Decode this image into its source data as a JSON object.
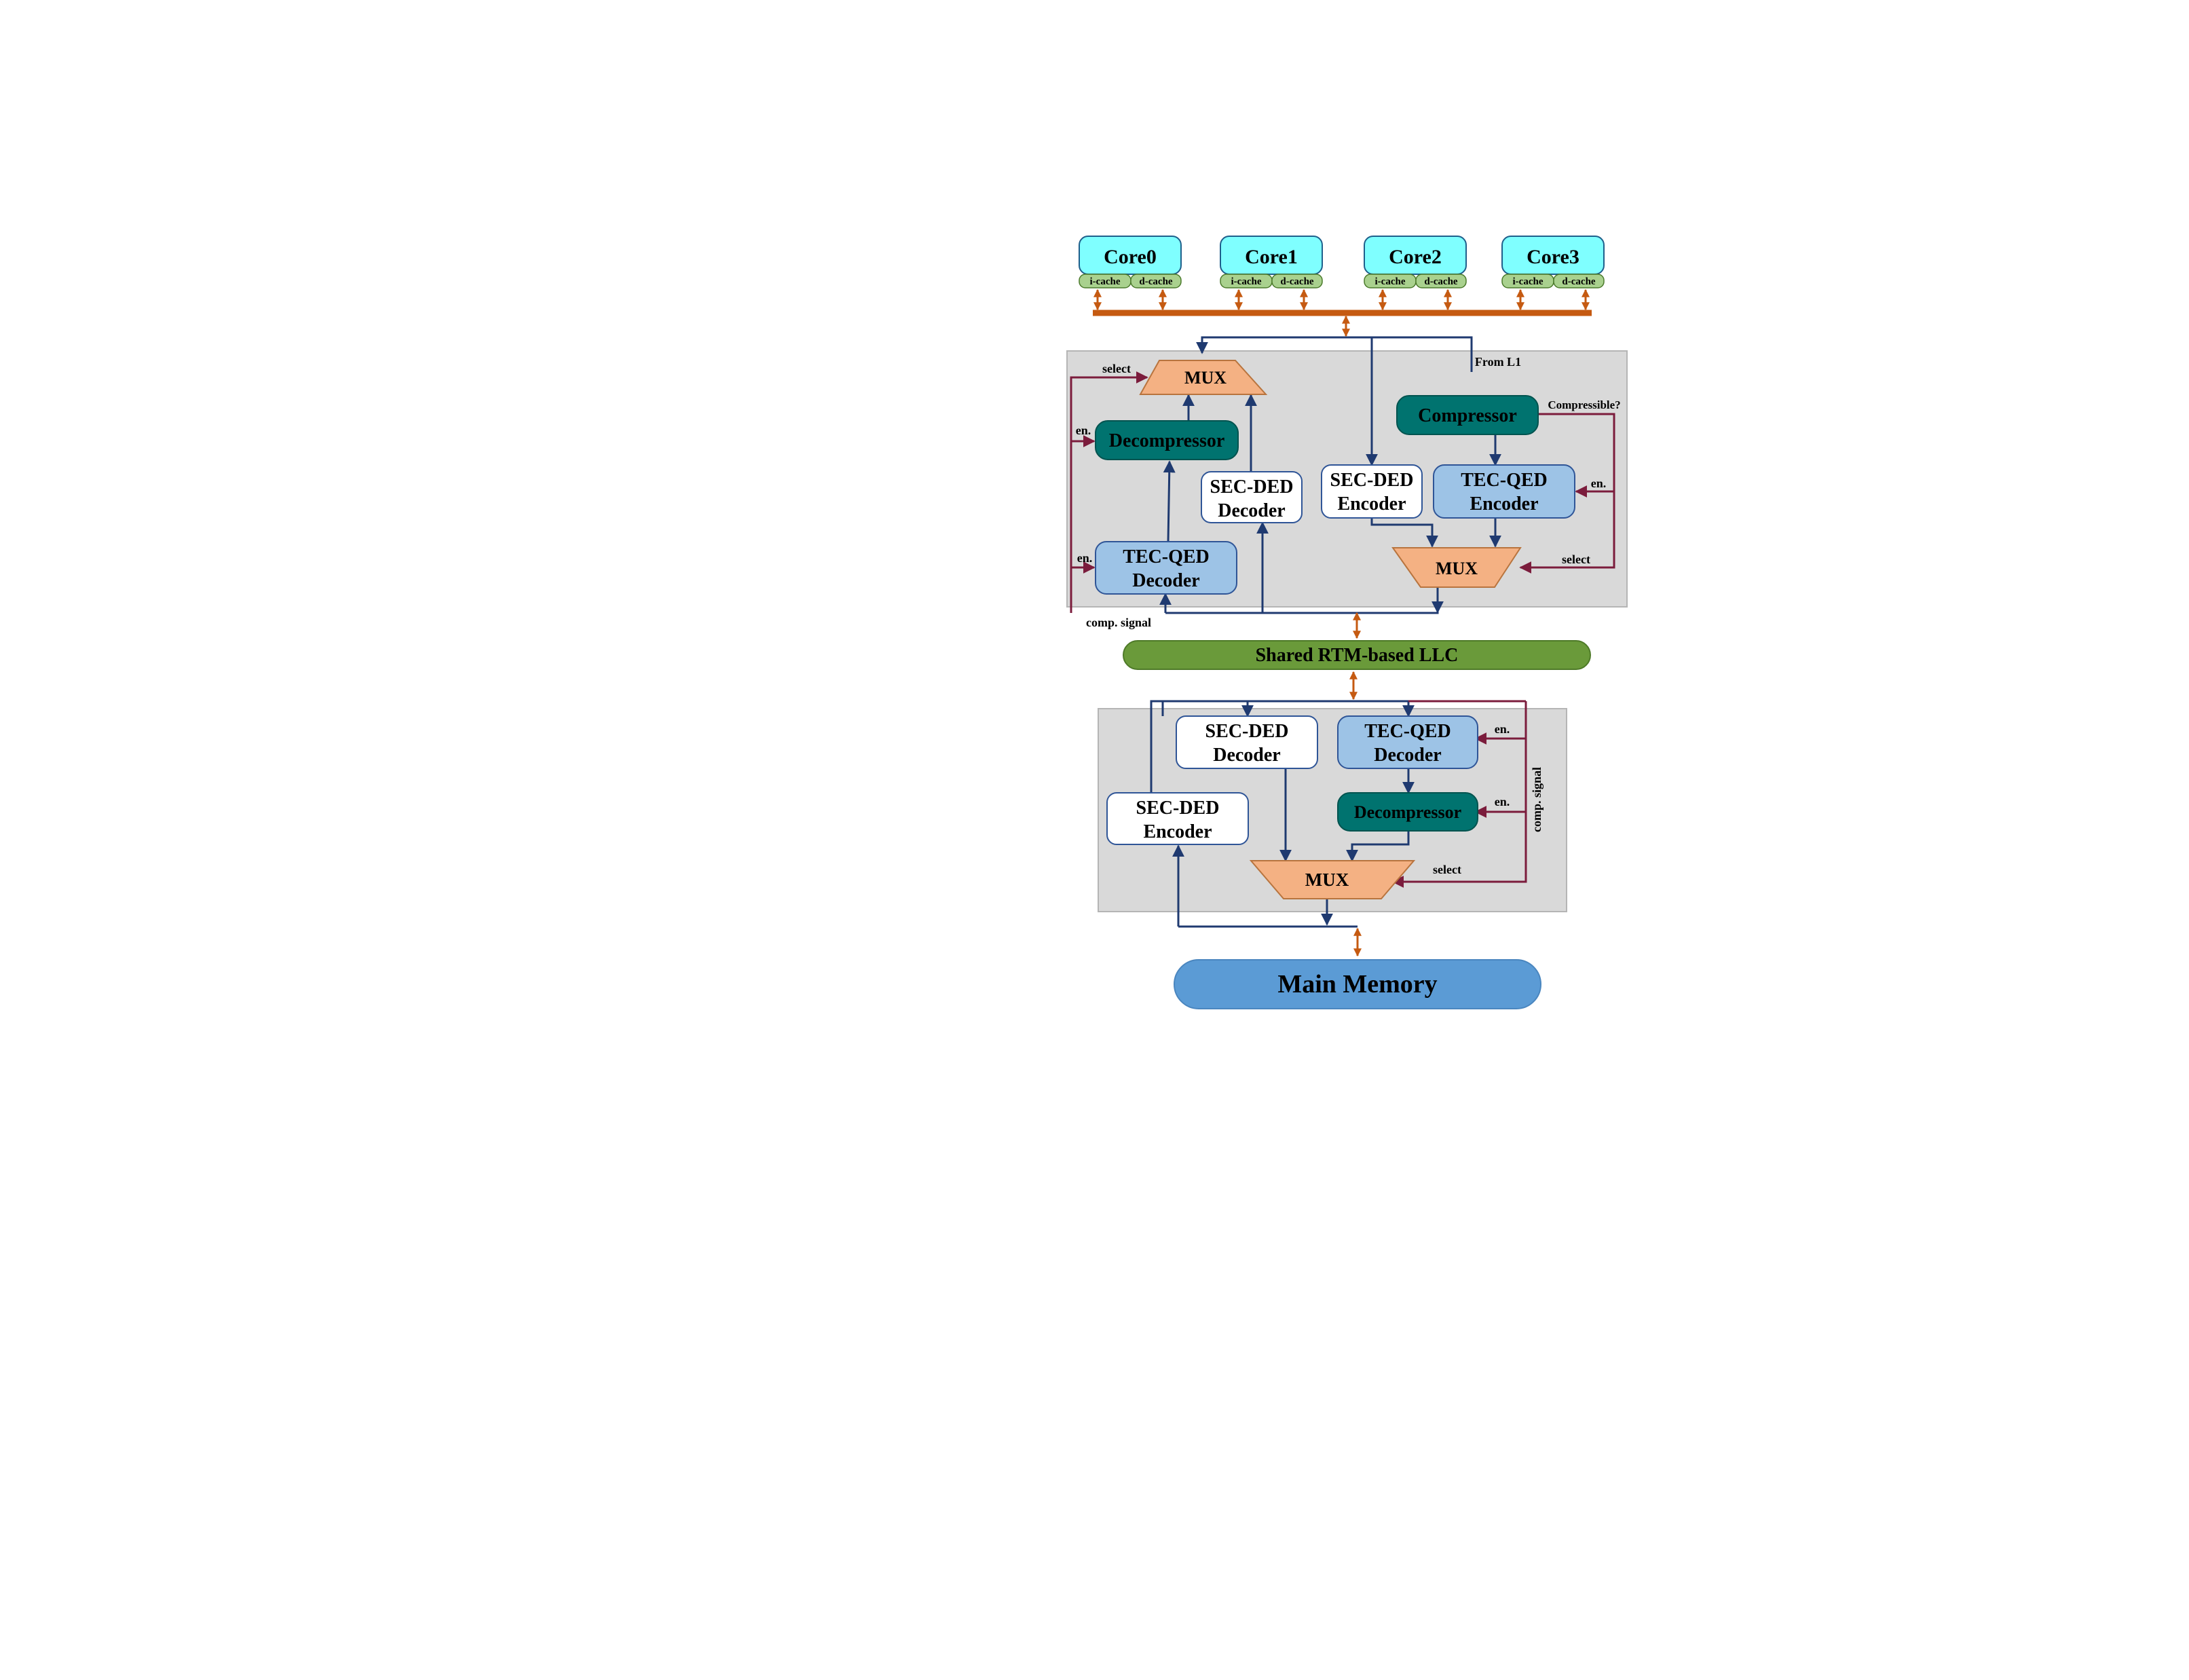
{
  "colors": {
    "core_fill": "#7FFFFF",
    "cache_fill": "#A9D18E",
    "bus": "#C55A11",
    "panel": "#D9D9D9",
    "mux": "#F4B183",
    "teal": "#00736F",
    "light_blue": "#9DC3E6",
    "llc": "#6A9A3A",
    "main_memory": "#5B9BD5",
    "data_line": "#1F3A70",
    "control_line": "#7B1C3C"
  },
  "cores": [
    {
      "name": "Core0",
      "icache": "i-cache",
      "dcache": "d-cache"
    },
    {
      "name": "Core1",
      "icache": "i-cache",
      "dcache": "d-cache"
    },
    {
      "name": "Core2",
      "icache": "i-cache",
      "dcache": "d-cache"
    },
    {
      "name": "Core3",
      "icache": "i-cache",
      "dcache": "d-cache"
    }
  ],
  "upper": {
    "mux": "MUX",
    "select": "select",
    "en_decomp": "en.",
    "decompressor": "Decompressor",
    "sec_ded_decoder": [
      "SEC-DED",
      "Decoder"
    ],
    "en_tec_dec": "en.",
    "tec_qed_decoder": [
      "TEC-QED",
      "Decoder"
    ],
    "comp_signal": "comp. signal",
    "from_l1": "From L1",
    "compressor": "Compressor",
    "compressible": "Compressible?",
    "sec_ded_encoder": [
      "SEC-DED",
      "Encoder"
    ],
    "tec_qed_encoder": [
      "TEC-QED",
      "Encoder"
    ],
    "en_tec_enc": "en.",
    "mux2": "MUX",
    "select2": "select"
  },
  "llc": "Shared RTM-based LLC",
  "lower": {
    "sec_ded_decoder": [
      "SEC-DED",
      "Decoder"
    ],
    "tec_qed_decoder": [
      "TEC-QED",
      "Decoder"
    ],
    "en_tec": "en.",
    "decompressor": "Decompressor",
    "en_decomp": "en.",
    "comp_signal": "comp. signal",
    "sec_ded_encoder": [
      "SEC-DED",
      "Encoder"
    ],
    "mux": "MUX",
    "select": "select"
  },
  "main_memory": "Main Memory"
}
